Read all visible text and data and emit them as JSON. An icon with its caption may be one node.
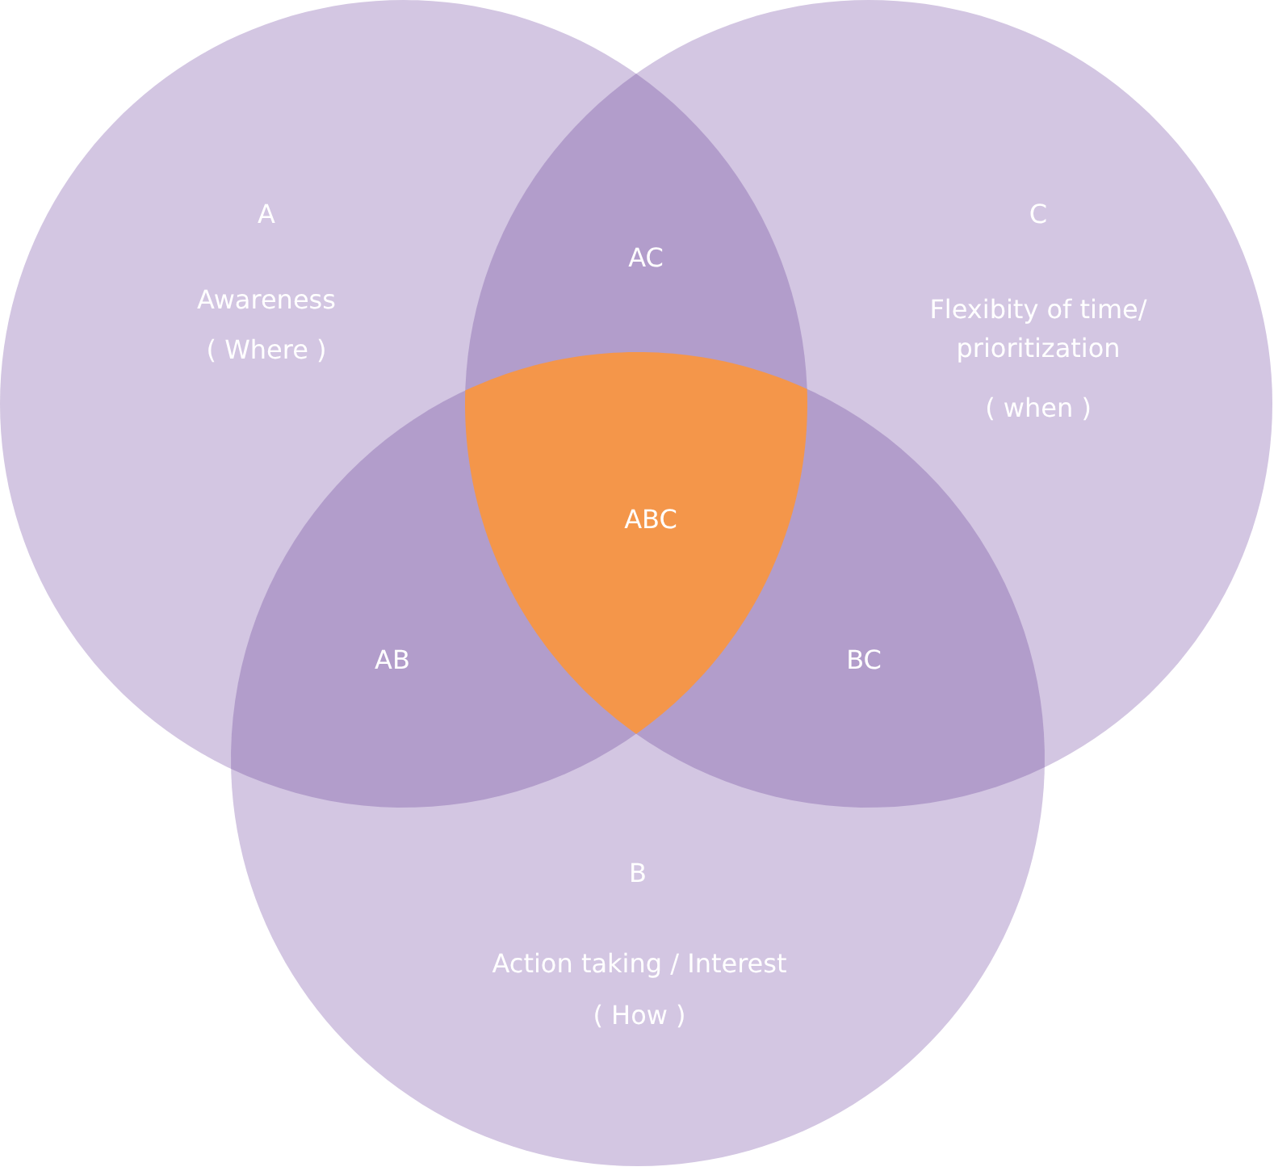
{
  "diagram": {
    "nodes": [
      {
        "text": [
          "A",
          "Awareness",
          "( Where )"
        ]
      },
      {
        "text": [
          "AC"
        ]
      },
      {
        "text": [
          "C",
          "Flexibity of time/ prioritization",
          "( when )"
        ]
      },
      {
        "text": [
          "ABC"
        ]
      },
      {
        "text": [
          "AB"
        ]
      },
      {
        "text": [
          "BC"
        ]
      },
      {
        "text": [
          "B",
          "Action taking / Interest",
          "( How )"
        ]
      }
    ]
  }
}
